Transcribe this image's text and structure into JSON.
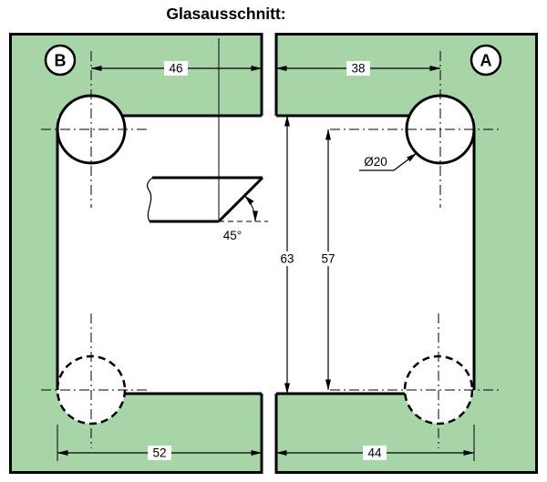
{
  "title": "Glasausschnitt:",
  "colors": {
    "glass": "#a7d5a7",
    "line": "#000000",
    "background": "#ffffff"
  },
  "side_labels": {
    "left": "B",
    "right": "A"
  },
  "dimensions": {
    "top_left_width": "46",
    "top_right_width": "38",
    "cutout_height": "63",
    "hole_span_height": "57",
    "bottom_left_width": "52",
    "bottom_right_width": "44",
    "hole_diameter": "Ø20",
    "notch_angle": "45°"
  }
}
